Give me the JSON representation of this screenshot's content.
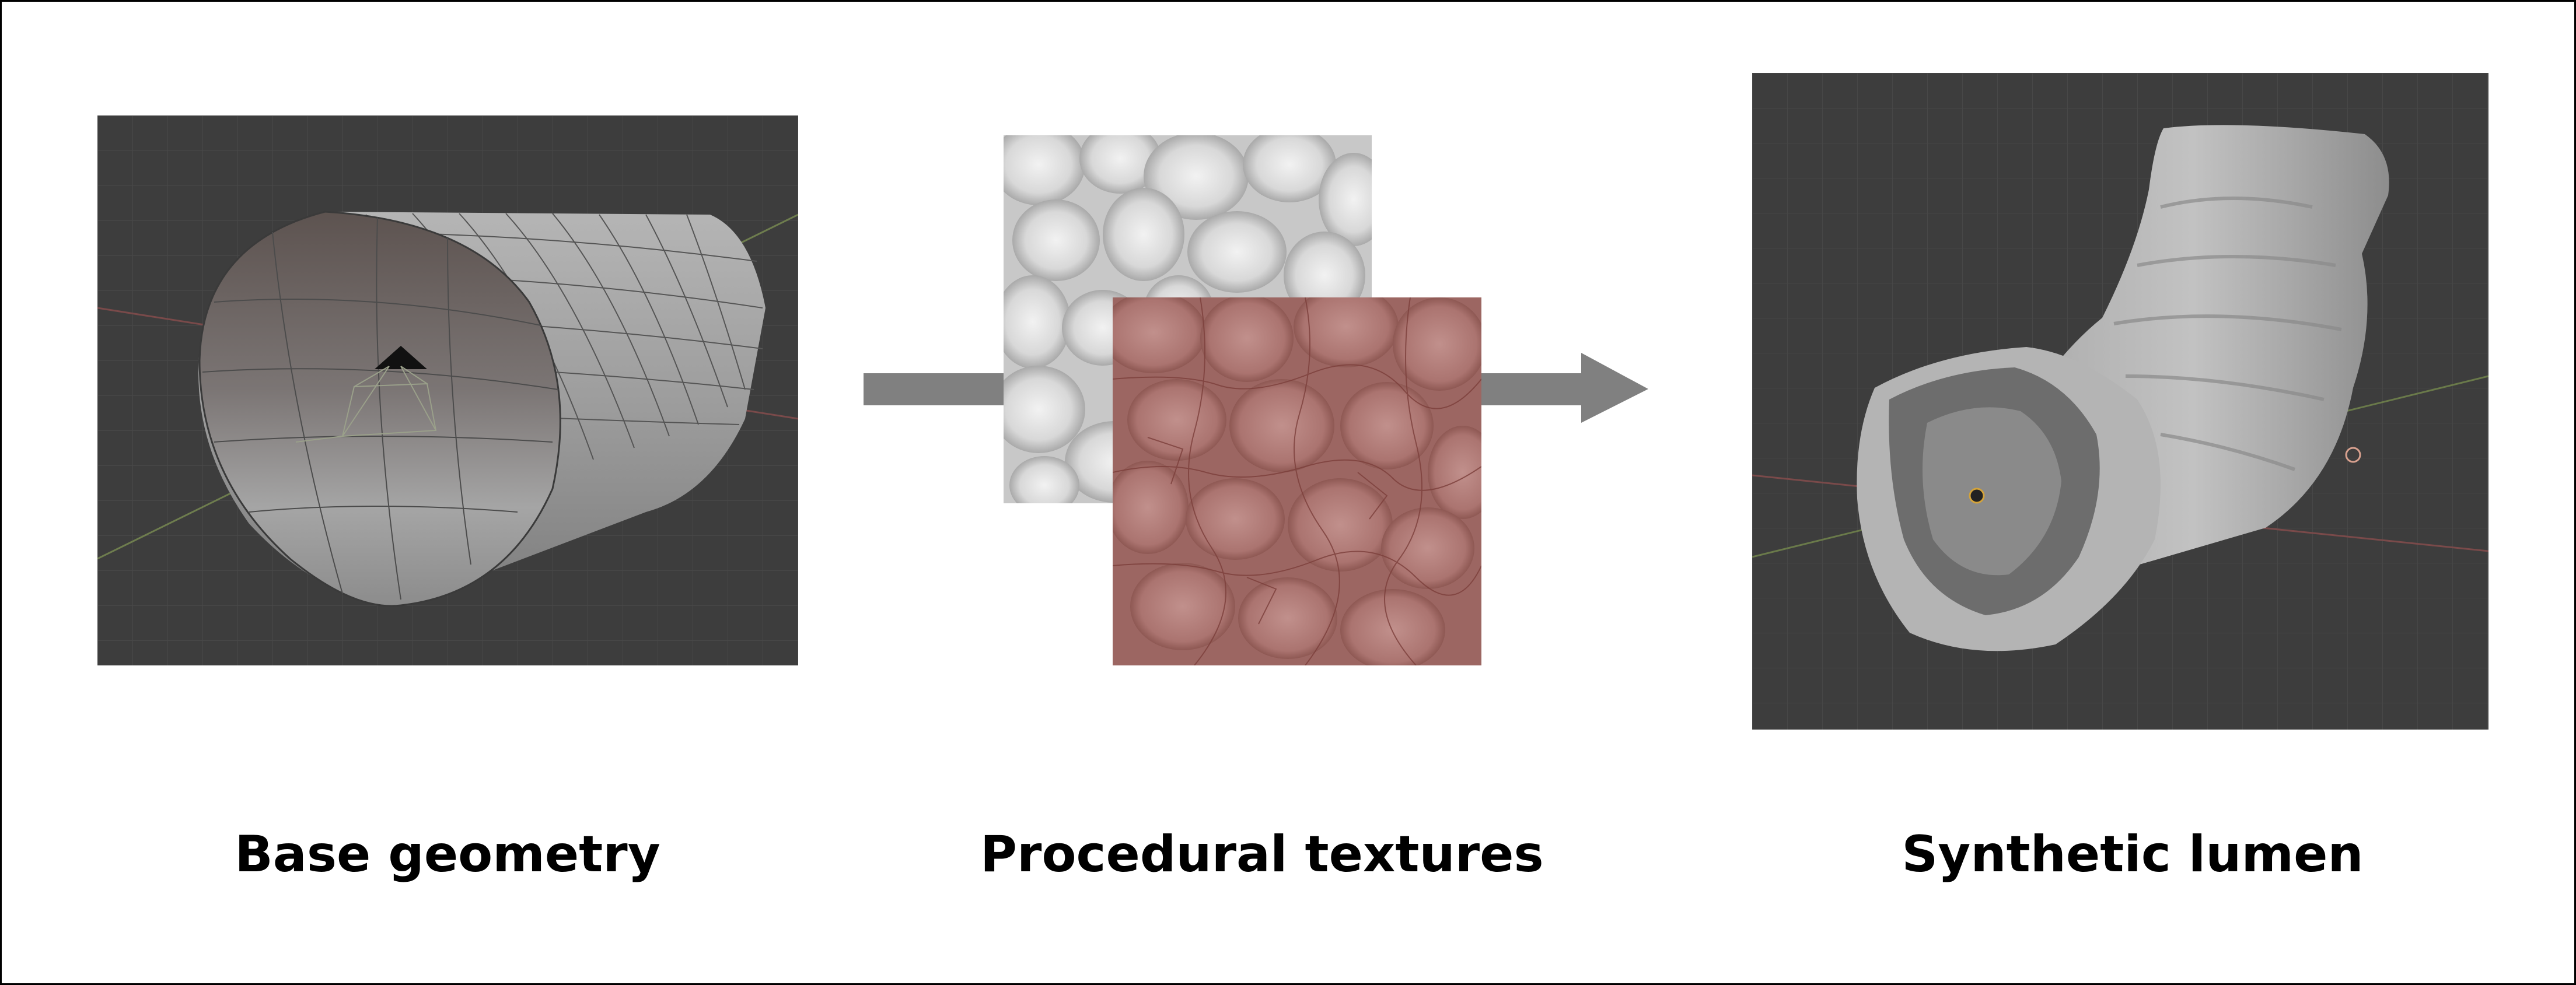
{
  "diagram": {
    "steps": [
      {
        "id": "base-geometry",
        "caption": "Base geometry"
      },
      {
        "id": "procedural-textures",
        "caption": "Procedural textures"
      },
      {
        "id": "synthetic-lumen",
        "caption": "Synthetic lumen"
      }
    ],
    "colors": {
      "viewport_bg": "#3d3d3d",
      "arrow": "#808080",
      "mesh_surface": "#9a9a9a",
      "texture_bump": "#d6d6d6",
      "texture_tissue": "#a86f6b"
    }
  }
}
